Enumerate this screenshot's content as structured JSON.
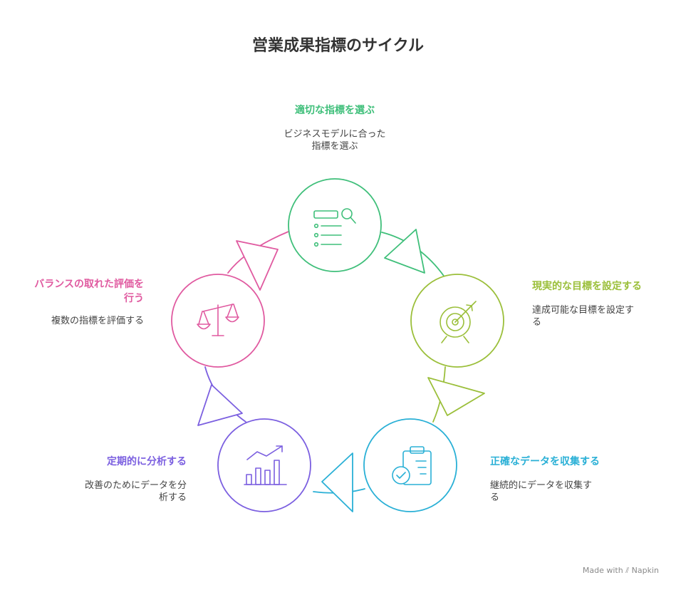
{
  "title": "営業成果指標のサイクル",
  "steps": [
    {
      "title": "適切な指標を選ぶ",
      "desc_lines": [
        "ビジネスモデルに合った",
        "指標を選ぶ"
      ],
      "color": "#3fbf7a",
      "icon": "search-list-icon"
    },
    {
      "title": "現実的な目標を設定する",
      "desc_lines": [
        "達成可能な目標を設定す",
        "る"
      ],
      "color": "#9bbf3a",
      "icon": "target-arrow-icon"
    },
    {
      "title": "正確なデータを収集する",
      "desc_lines": [
        "継続的にデータを収集す",
        "る"
      ],
      "color": "#2ab0d6",
      "icon": "clipboard-check-icon"
    },
    {
      "title": "定期的に分析する",
      "desc_lines": [
        "改善のためにデータを分",
        "析する"
      ],
      "color": "#7b5fe0",
      "icon": "bar-chart-trend-icon"
    },
    {
      "title_lines": [
        "バランスの取れた評価を",
        "行う"
      ],
      "desc_lines": [
        "複数の指標を評価する"
      ],
      "color": "#e05aa0",
      "icon": "balance-scale-icon"
    }
  ],
  "footer": {
    "label": "Made with",
    "brand": "Napkin"
  }
}
